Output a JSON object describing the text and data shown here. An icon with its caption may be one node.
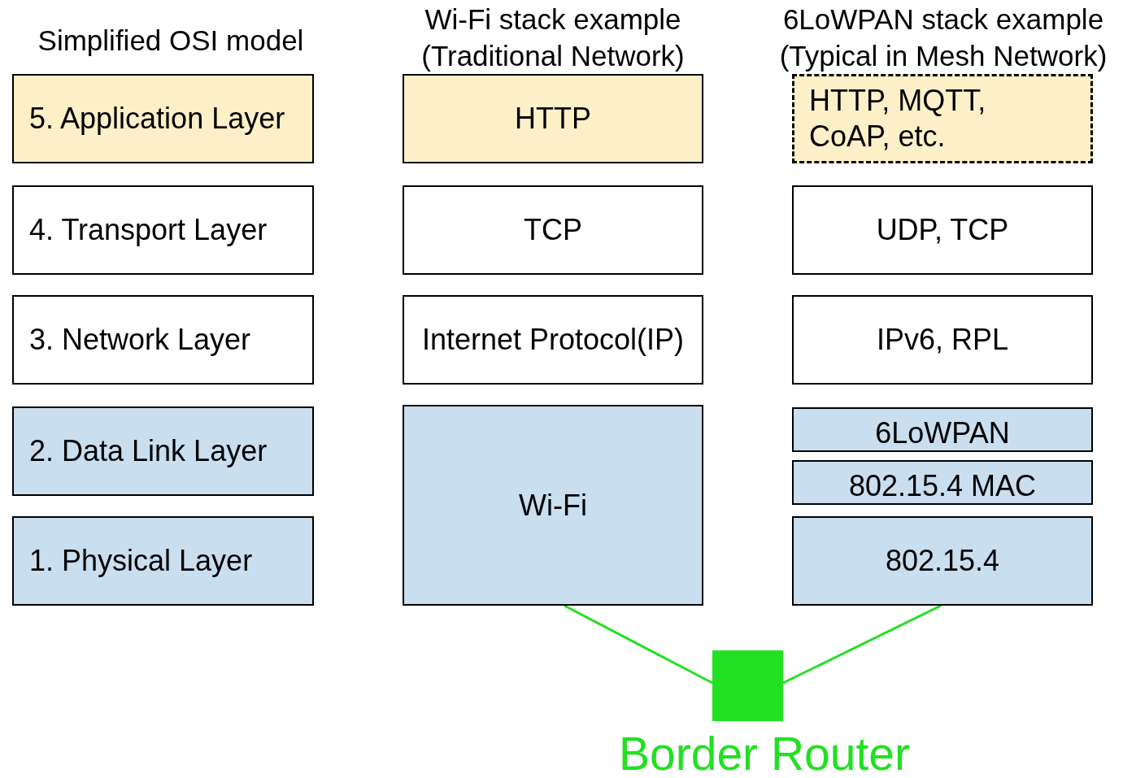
{
  "diagram": {
    "nodes": [
      {
        "text": [
          "5. Application Layer"
        ]
      },
      {
        "text": [
          "4. Transport Layer"
        ]
      },
      {
        "text": [
          "3. Network Layer"
        ]
      },
      {
        "text": [
          "2. Data Link Layer"
        ]
      },
      {
        "text": [
          "1. Physical Layer"
        ]
      },
      {
        "text": [
          "HTTP"
        ]
      },
      {
        "text": [
          "TCP"
        ]
      },
      {
        "text": [
          "Internet Protocol(IP)"
        ]
      },
      {
        "text": [
          "Wi-Fi"
        ]
      },
      {
        "text": [
          "HTTP, MQTT, CoAP, etc."
        ]
      },
      {
        "text": [
          "UDP, TCP"
        ]
      },
      {
        "text": [
          "IPv6, RPL"
        ]
      },
      {
        "text": [
          "6LoWPAN"
        ]
      },
      {
        "text": [
          "802.15.4 MAC"
        ]
      },
      {
        "text": [
          "802.15.4"
        ]
      },
      {
        "text": [
          "Border Router"
        ]
      }
    ],
    "edges": [
      {
        "from": 8,
        "to": 15,
        "arrow": "none",
        "color": "#22e022"
      },
      {
        "from": 14,
        "to": 15,
        "arrow": "none",
        "color": "#22e022"
      }
    ],
    "labels": [
      "Simplified OSI model",
      "Wi-Fi stack example (Traditional Network)",
      "6LoWPAN stack example (Typical in Mesh Network)"
    ]
  }
}
